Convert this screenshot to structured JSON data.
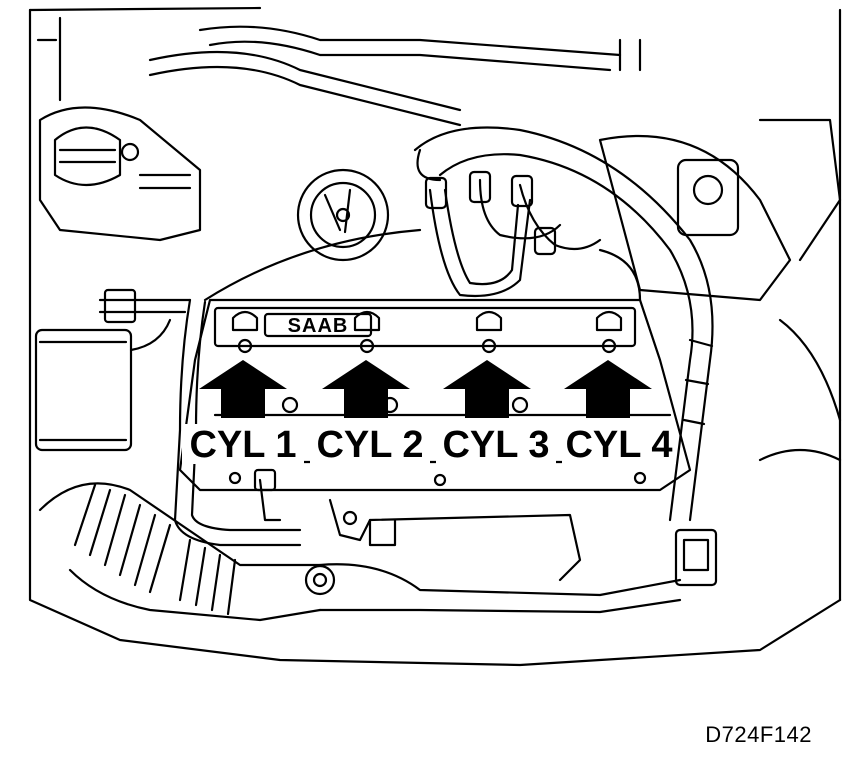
{
  "figure_id": "D724F142",
  "brand_plate": "SAAB",
  "cylinders": [
    {
      "label": "CYL 1"
    },
    {
      "label": "CYL 2"
    },
    {
      "label": "CYL 3"
    },
    {
      "label": "CYL 4"
    }
  ],
  "colors": {
    "line": "#000000",
    "background": "#ffffff"
  }
}
